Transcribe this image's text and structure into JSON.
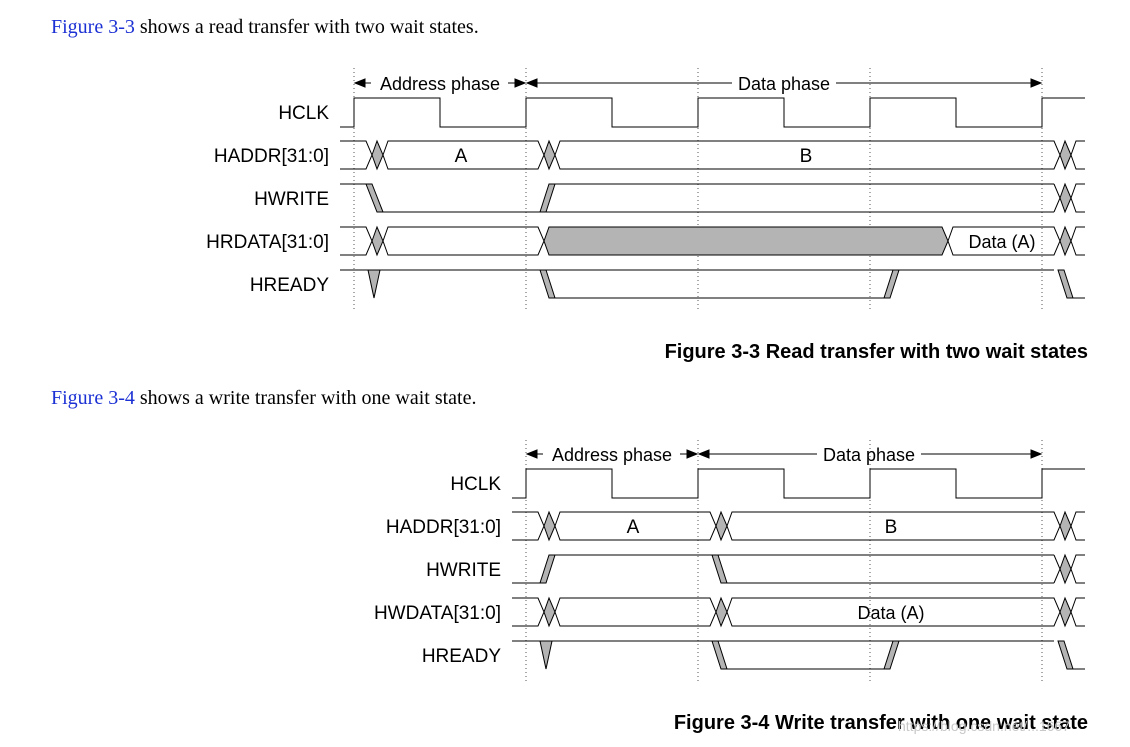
{
  "paragraph1": {
    "link": "Figure 3-3",
    "text": " shows a read transfer with two wait states."
  },
  "paragraph2": {
    "link": "Figure 3-4",
    "text": " shows a write transfer with one wait state."
  },
  "figure1": {
    "caption": "Figure 3-3 Read transfer with two wait states",
    "address_phase": "Address phase",
    "data_phase": "Data phase",
    "signals": [
      "HCLK",
      "HADDR[31:0]",
      "HWRITE",
      "HRDATA[31:0]",
      "HREADY"
    ],
    "haddr_a": "A",
    "haddr_b": "B",
    "data_label": "Data (A)"
  },
  "figure2": {
    "caption": "Figure 3-4 Write transfer with one wait state",
    "address_phase": "Address phase",
    "data_phase": "Data phase",
    "signals": [
      "HCLK",
      "HADDR[31:0]",
      "HWRITE",
      "HWDATA[31:0]",
      "HREADY"
    ],
    "haddr_a": "A",
    "haddr_b": "B",
    "data_label": "Data (A)"
  },
  "watermark": "https://blog.csdn.net/...1667"
}
